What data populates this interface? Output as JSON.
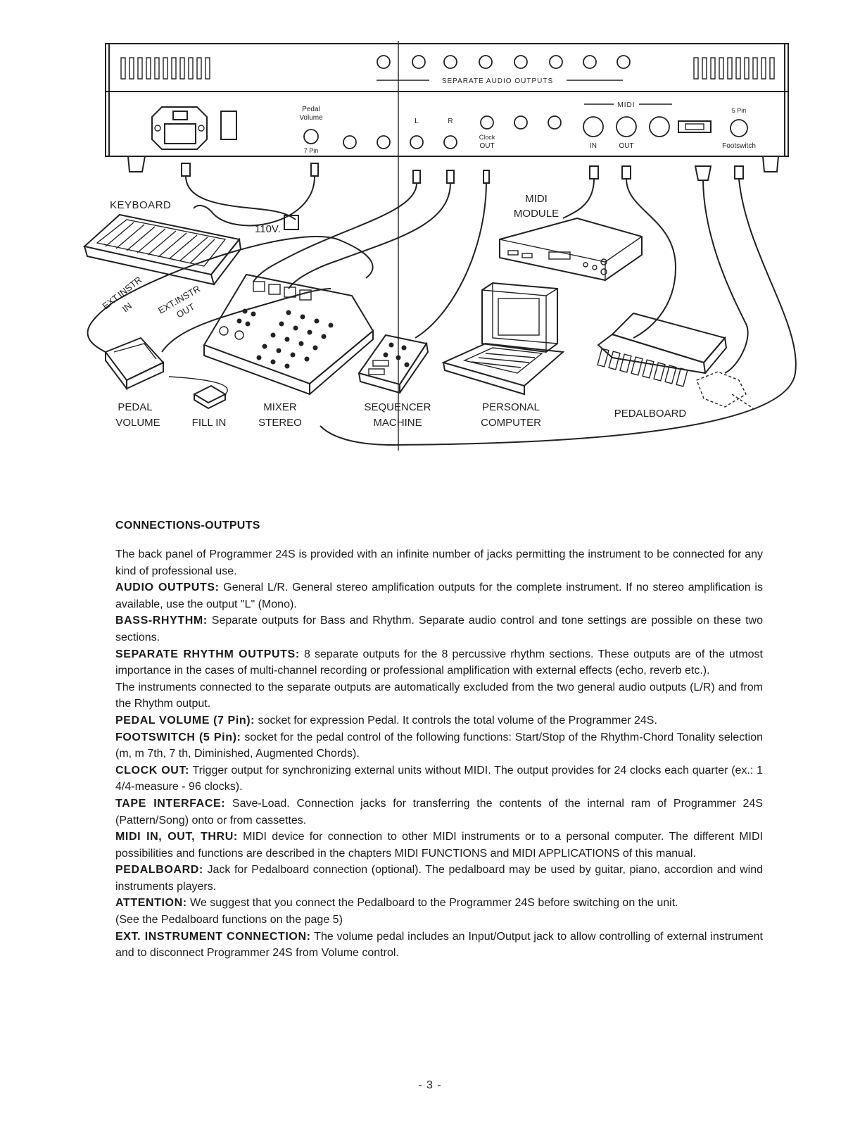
{
  "diagram": {
    "panel_labels": {
      "separate_audio_outputs": "SEPARATE AUDIO OUTPUTS",
      "midi": "MIDI",
      "pedal_volume_line1": "Pedal",
      "pedal_volume_line2": "Volume",
      "seven_pin": "7 Pin",
      "left": "L",
      "right": "R",
      "clock_line1": "Clock",
      "clock_line2": "OUT",
      "midi_in": "IN",
      "midi_out": "OUT",
      "five_pin": "5 Pin",
      "footswitch": "Footswitch"
    },
    "device_labels": {
      "keyboard": "KEYBOARD",
      "voltage": "110V.",
      "midi_module_line1": "MIDI",
      "midi_module_line2": "MODULE",
      "ext_instr_in_line1": "EXT.INSTR",
      "ext_instr_in_line2": "IN",
      "ext_instr_out_line1": "EXT.INSTR",
      "ext_instr_out_line2": "OUT",
      "pedal_volume_line1": "PEDAL",
      "pedal_volume_line2": "VOLUME",
      "fill_in": "FILL IN",
      "mixer_line1": "MIXER",
      "mixer_line2": "STEREO",
      "sequencer_line1": "SEQUENCER",
      "sequencer_line2": "MACHINE",
      "computer_line1": "PERSONAL",
      "computer_line2": "COMPUTER",
      "pedalboard": "PEDALBOARD"
    }
  },
  "section_title": "CONNECTIONS-OUTPUTS",
  "paragraphs": [
    {
      "heading": "",
      "text": "The back panel of Programmer 24S is provided with an infinite number of jacks permitting the instrument to be connected for any kind of professional use."
    },
    {
      "heading": "AUDIO OUTPUTS:",
      "text": " General L/R. General stereo amplification outputs for the complete instrument. If no stereo amplification is available, use the output \"L\" (Mono)."
    },
    {
      "heading": "BASS-RHYTHM:",
      "text": " Separate outputs for Bass and Rhythm. Separate audio control and tone settings are possible on these two sections."
    },
    {
      "heading": "SEPARATE RHYTHM OUTPUTS:",
      "text": " 8 separate outputs for the 8 percussive rhythm sections. These outputs are of the utmost importance in the cases of multi-channel recording or professional amplification with external effects (echo, reverb etc.)."
    },
    {
      "heading": "",
      "text": "The instruments connected to the separate outputs are automatically excluded from the two general audio outputs (L/R) and from the Rhythm output."
    },
    {
      "heading": "PEDAL VOLUME (7 Pin):",
      "text": " socket for expression Pedal. It controls the total volume of the Programmer 24S."
    },
    {
      "heading": "FOOTSWITCH (5 Pin):",
      "text": " socket for the pedal control of the following functions: Start/Stop of the Rhythm-Chord Tonality selection (m, m 7th, 7 th, Diminished, Augmented Chords)."
    },
    {
      "heading": "CLOCK OUT:",
      "text": " Trigger output for synchronizing external units without MIDI. The output provides for 24 clocks each quarter (ex.: 1 4/4-measure - 96 clocks)."
    },
    {
      "heading": "TAPE INTERFACE:",
      "text": " Save-Load. Connection jacks for transferring the contents of the internal ram of Programmer 24S (Pattern/Song) onto or from cassettes."
    },
    {
      "heading": "MIDI IN, OUT, THRU:",
      "text": " MIDI device for connection to other MIDI instruments or to a personal computer. The different MIDI possibilities and functions are described in the chapters MIDI FUNCTIONS and MIDI APPLICATIONS of this manual."
    },
    {
      "heading": "PEDALBOARD:",
      "text": " Jack for Pedalboard connection (optional). The pedalboard may be used by guitar, piano, accordion and wind instruments players."
    },
    {
      "heading": "ATTENTION:",
      "text": " We suggest that you connect the Pedalboard to the Programmer 24S before switching on the unit."
    },
    {
      "heading": "",
      "text": "(See the Pedalboard functions on the page 5)"
    },
    {
      "heading": "EXT. INSTRUMENT CONNECTION:",
      "text": " The volume pedal includes an Input/Output jack to allow controlling of external instrument and to disconnect Programmer 24S from Volume control."
    }
  ],
  "page_number": "- 3 -"
}
